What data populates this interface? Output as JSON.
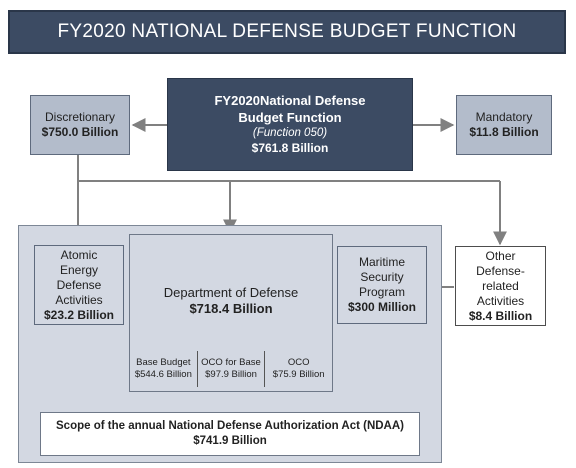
{
  "title": "FY2020 NATIONAL DEFENSE BUDGET FUNCTION",
  "top": {
    "line1": "FY2020National Defense",
    "line2": "Budget Function",
    "function": "(Function 050)",
    "amount": "$761.8 Billion"
  },
  "discretionary": {
    "label": "Discretionary",
    "amount": "$750.0 Billion"
  },
  "mandatory": {
    "label": "Mandatory",
    "amount": "$11.8 Billion"
  },
  "atomic": {
    "lines": [
      "Atomic",
      "Energy",
      "Defense",
      "Activities"
    ],
    "amount": "$23.2 Billion"
  },
  "dod": {
    "label": "Department of Defense",
    "amount": "$718.4 Billion",
    "parts": [
      {
        "label": "Base Budget",
        "amount": "$544.6 Billion"
      },
      {
        "label": "OCO for Base",
        "amount": "$97.9 Billion"
      },
      {
        "label": "OCO",
        "amount": "$75.9 Billion"
      }
    ]
  },
  "maritime": {
    "lines": [
      "Maritime",
      "Security",
      "Program"
    ],
    "amount": "$300 Million"
  },
  "other": {
    "lines": [
      "Other",
      "Defense-",
      "related",
      "Activities"
    ],
    "amount": "$8.4 Billion"
  },
  "ndaa": {
    "label": "Scope of the annual National Defense Authorization Act (NDAA)",
    "amount": "$741.9 Billion"
  },
  "colors": {
    "dark": "#3c4b63",
    "medium": "#b3bccb",
    "light": "#d3d8e2",
    "arrow": "#808080"
  }
}
